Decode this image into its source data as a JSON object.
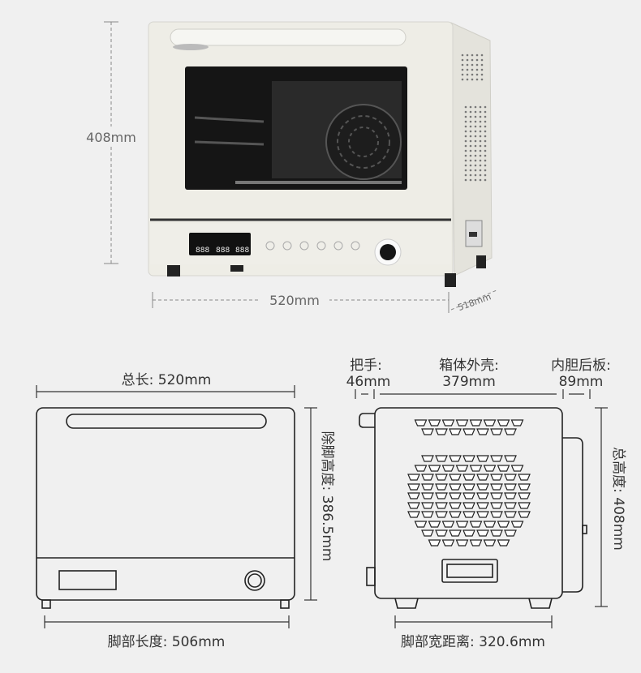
{
  "photo": {
    "height_label": "408mm",
    "width_label": "520mm",
    "depth_label": "518mm",
    "display_digits": [
      "888",
      "888",
      "888"
    ]
  },
  "front_view": {
    "total_length": "总长: 520mm",
    "height_without_feet": "除脚高度: 386.5mm",
    "feet_length": "脚部长度: 506mm"
  },
  "side_view": {
    "handle_label": "把手:",
    "handle_value": "46mm",
    "shell_label": "箱体外壳:",
    "shell_value": "379mm",
    "back_label": "内胆后板:",
    "back_value": "89mm",
    "total_height": "总高度: 408mm",
    "feet_width": "脚部宽距离: 320.6mm"
  },
  "colors": {
    "oven_body": "#ecebe4",
    "background": "#f0f0f0",
    "line": "#222222"
  }
}
